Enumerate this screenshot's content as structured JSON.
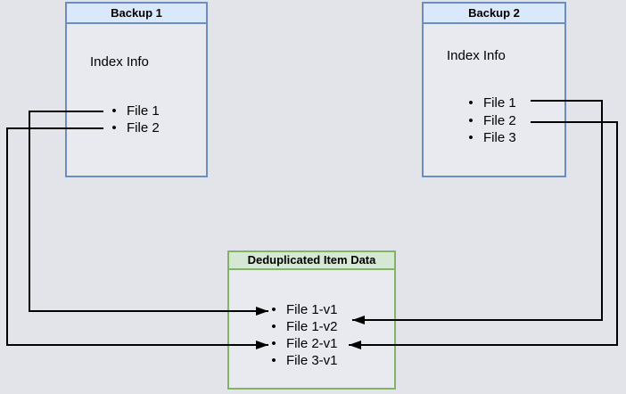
{
  "page": {
    "background_color": "#e3e3ea"
  },
  "colors": {
    "blue_box_border": "#6c8ebf",
    "blue_box_header_fill": "#dae8fc",
    "green_box_border": "#82b366",
    "green_box_header_fill": "#d5e8d4",
    "box_body_fill": "#e9e9f0",
    "connector": "#000000",
    "text": "#000000"
  },
  "diagram": {
    "backup1": {
      "title": "Backup 1",
      "subtitle": "Index Info",
      "items": [
        "File 1",
        "File 2"
      ]
    },
    "backup2": {
      "title": "Backup 2",
      "subtitle": "Index Info",
      "items": [
        "File 1",
        "File 2",
        "File 3"
      ]
    },
    "dedup": {
      "title": "Deduplicated Item Data",
      "items": [
        "File 1-v1",
        "File 1-v2",
        "File 2-v1",
        "File 3-v1"
      ]
    },
    "bullet_glyph": "•",
    "connections": [
      {
        "from": "Backup 1 / File 1",
        "to": "File 1-v1",
        "side": "left"
      },
      {
        "from": "Backup 1 / File 2",
        "to": "File 2-v1",
        "side": "left"
      },
      {
        "from": "Backup 2 / File 1",
        "to": "File 1-v2",
        "side": "right"
      },
      {
        "from": "Backup 2 / File 2",
        "to": "File 2-v1",
        "side": "right"
      }
    ]
  }
}
